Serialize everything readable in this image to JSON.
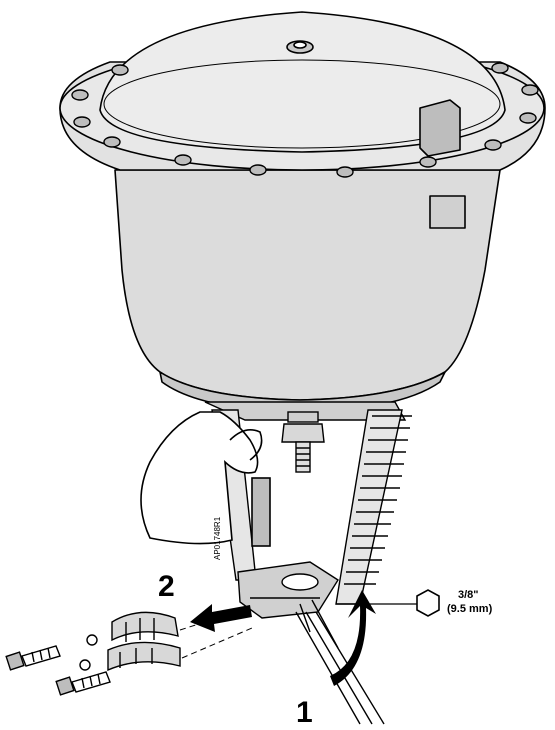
{
  "diagram": {
    "step_labels": {
      "step1": "1",
      "step2": "2"
    },
    "wrench_size": {
      "imperial": "3/8\"",
      "metric": "(9.5 mm)"
    },
    "part_code": "AP01748R1",
    "colors": {
      "line": "#000000",
      "body": "#d9d9d9",
      "shadow": "#b0b0b0",
      "background": "#ffffff"
    },
    "icons": [
      "hex-nut-icon",
      "curved-arrow-icon",
      "straight-arrow-icon",
      "hand-icon",
      "bolt-icon"
    ]
  }
}
